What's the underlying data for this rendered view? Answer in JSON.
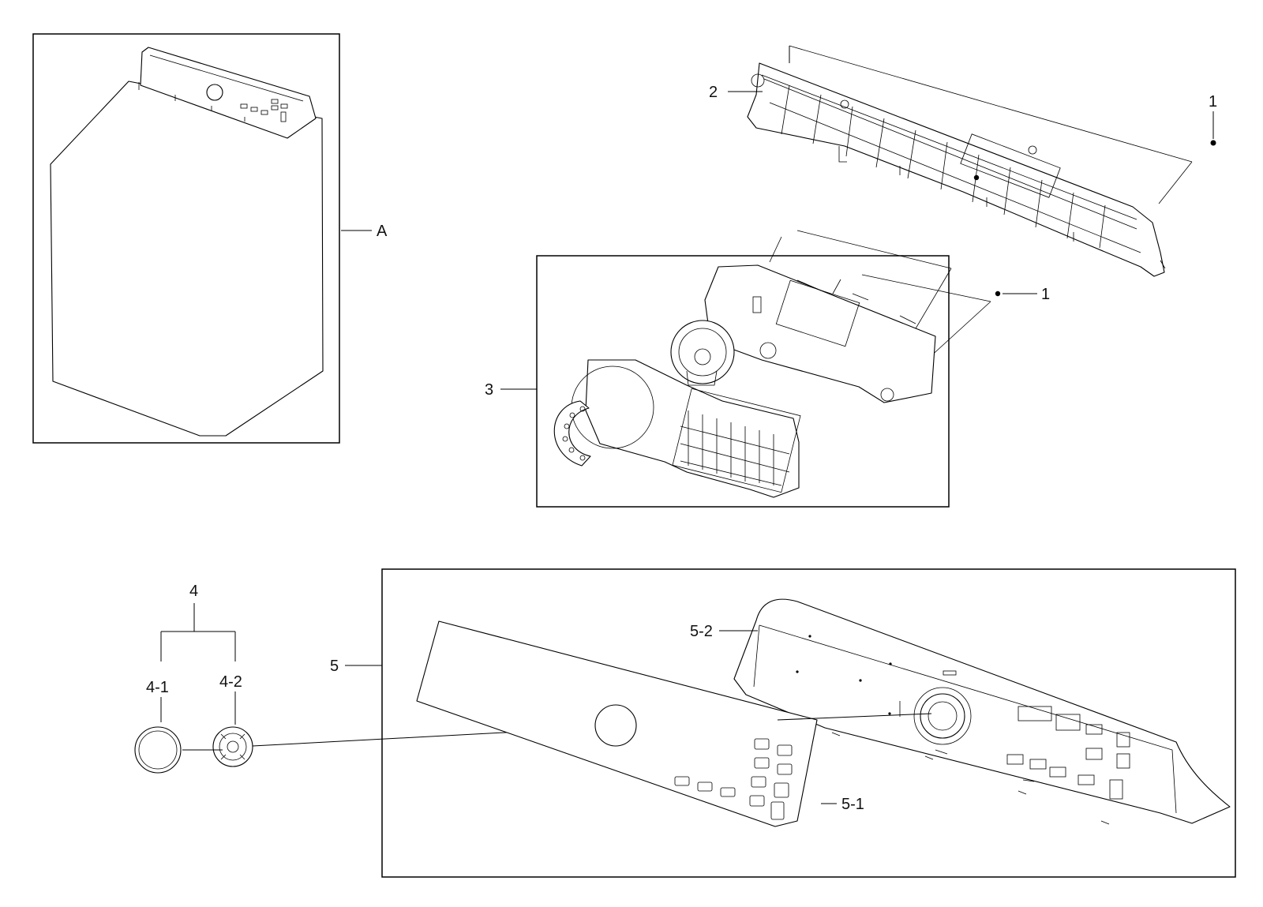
{
  "labels": {
    "A": "A",
    "p1_top": "1",
    "p1_mid": "1",
    "p2": "2",
    "p3": "3",
    "p4": "4",
    "p4_1": "4-1",
    "p4_2": "4-2",
    "p5": "5",
    "p5_1": "5-1",
    "p5_2": "5-2"
  }
}
